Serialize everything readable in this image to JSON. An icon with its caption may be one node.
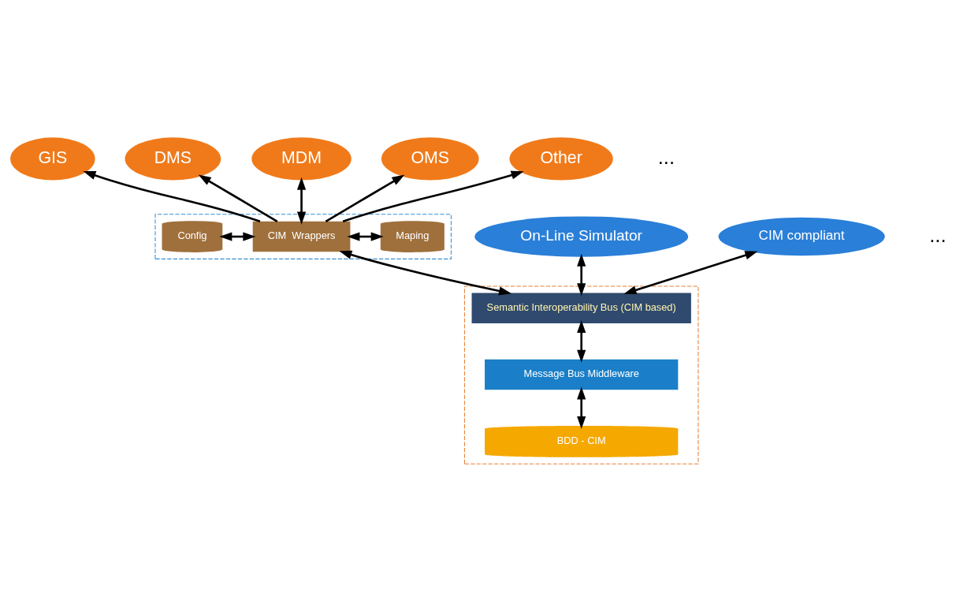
{
  "diagram": {
    "nodes": [
      {
        "text": [
          "GIS"
        ]
      },
      {
        "text": [
          "DMS"
        ]
      },
      {
        "text": [
          "MDM"
        ]
      },
      {
        "text": [
          "OMS"
        ]
      },
      {
        "text": [
          "Other"
        ]
      },
      {
        "text": [],
        "shape": "box"
      },
      {
        "text": [
          "Config"
        ],
        "in": 5
      },
      {
        "text": [
          "CIM  Wrappers"
        ],
        "in": 5
      },
      {
        "text": [
          "Maping"
        ],
        "in": 5
      },
      {
        "text": [
          "On-Line Simulator"
        ]
      },
      {
        "text": [
          "CIM compliant"
        ]
      },
      {
        "text": [],
        "shape": "box"
      },
      {
        "text": [
          "Semantic Interoperability Bus (CIM based)"
        ],
        "in": 11
      },
      {
        "text": [
          "Message Bus Middleware"
        ],
        "in": 11
      },
      {
        "text": [
          "BDD - CIM"
        ],
        "in": 11
      }
    ],
    "edges": [
      {
        "from": 7,
        "to": 0,
        "arrow": "to"
      },
      {
        "from": 7,
        "to": 1,
        "arrow": "to"
      },
      {
        "from": 7,
        "to": 2,
        "arrow": "both"
      },
      {
        "from": 7,
        "to": 3,
        "arrow": "to"
      },
      {
        "from": 7,
        "to": 4,
        "arrow": "to"
      },
      {
        "from": 6,
        "to": 7,
        "arrow": "both"
      },
      {
        "from": 7,
        "to": 8,
        "arrow": "both"
      },
      {
        "from": 7,
        "to": 12,
        "arrow": "both"
      },
      {
        "from": 9,
        "to": 12,
        "arrow": "both"
      },
      {
        "from": 10,
        "to": 12,
        "arrow": "both"
      },
      {
        "from": 12,
        "to": 13,
        "arrow": "both"
      },
      {
        "from": 13,
        "to": 14,
        "arrow": "both"
      }
    ],
    "labels": [
      "...",
      "..."
    ]
  }
}
